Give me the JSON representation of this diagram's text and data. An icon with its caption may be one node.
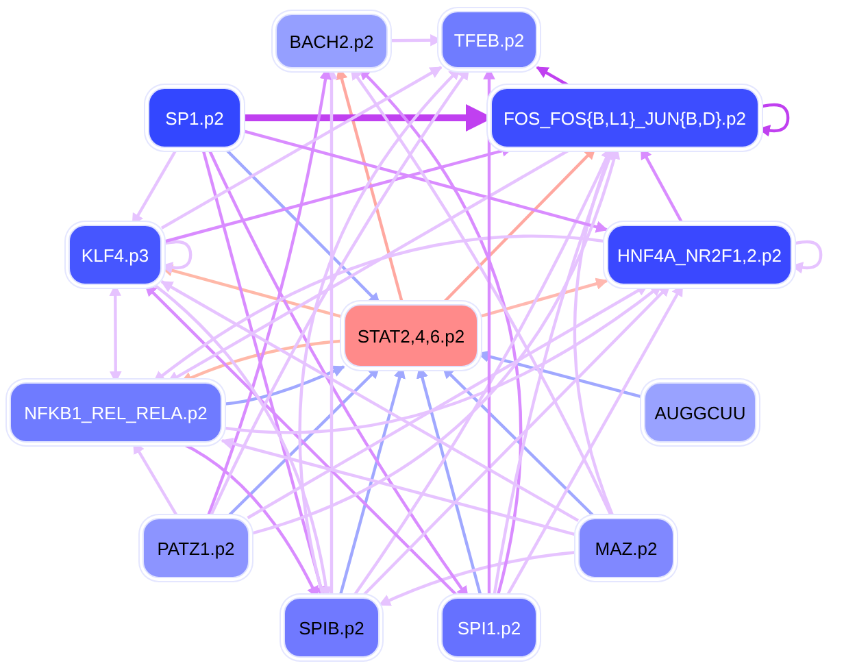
{
  "diagram": {
    "nodes": [
      {
        "text": [
          "BACH2.p2"
        ]
      },
      {
        "text": [
          "TFEB.p2"
        ]
      },
      {
        "text": [
          "SP1.p2"
        ]
      },
      {
        "text": [
          "FOS_FOS{B,L1}_JUN{B,D}.p2"
        ]
      },
      {
        "text": [
          "KLF4.p3"
        ]
      },
      {
        "text": [
          "HNF4A_NR2F1,2.p2"
        ]
      },
      {
        "text": [
          "STAT2,4,6.p2"
        ]
      },
      {
        "text": [
          "NFKB1_REL_RELA.p2"
        ]
      },
      {
        "text": [
          "AUGGCUU"
        ]
      },
      {
        "text": [
          "PATZ1.p2"
        ]
      },
      {
        "text": [
          "MAZ.p2"
        ]
      },
      {
        "text": [
          "SPIB.p2"
        ]
      },
      {
        "text": [
          "SPI1.p2"
        ]
      }
    ],
    "edges": [
      {
        "from": 2,
        "to": 6,
        "arrow": "to",
        "color": "#a0a8ff"
      },
      {
        "from": 7,
        "to": 6,
        "arrow": "to",
        "color": "#a0a8ff"
      },
      {
        "from": 9,
        "to": 6,
        "arrow": "to",
        "color": "#a0a8ff"
      },
      {
        "from": 11,
        "to": 6,
        "arrow": "to",
        "color": "#a0a8ff"
      },
      {
        "from": 12,
        "to": 6,
        "arrow": "to",
        "color": "#a0a8ff"
      },
      {
        "from": 10,
        "to": 6,
        "arrow": "to",
        "color": "#a0a8ff"
      },
      {
        "from": 8,
        "to": 6,
        "arrow": "to",
        "color": "#a0a8ff"
      },
      {
        "from": 6,
        "to": 0,
        "arrow": "to",
        "color": "#ffa8a0"
      },
      {
        "from": 6,
        "to": 3,
        "arrow": "to",
        "color": "#ffa8a0"
      },
      {
        "from": 6,
        "to": 5,
        "arrow": "to",
        "color": "#ffb8b0"
      },
      {
        "from": 6,
        "to": 4,
        "arrow": "to",
        "color": "#ffb8a8"
      },
      {
        "from": 6,
        "to": 7,
        "arrow": "to",
        "color": "#ffb8a8"
      },
      {
        "from": 2,
        "to": 3,
        "arrow": "to",
        "style": "thick",
        "color": "#c040f0"
      },
      {
        "from": 3,
        "to": 1,
        "arrow": "to",
        "color": "#c040f0"
      },
      {
        "from": 3,
        "to": 3,
        "arrow": "to",
        "color": "#c040f0"
      },
      {
        "from": 5,
        "to": 3,
        "arrow": "to",
        "color": "#d98cff"
      },
      {
        "from": 5,
        "to": 5,
        "arrow": "to"
      },
      {
        "from": 4,
        "to": 4,
        "arrow": "to"
      },
      {
        "from": 2,
        "to": 4,
        "arrow": "to"
      },
      {
        "from": 0,
        "to": 1,
        "arrow": "to"
      },
      {
        "from": 7,
        "to": 4,
        "arrow": "both"
      },
      {
        "from": 9,
        "to": 7,
        "arrow": "to"
      },
      {
        "from": 7,
        "to": 11,
        "arrow": "to",
        "color": "#d98cff"
      },
      {
        "from": 10,
        "to": 11,
        "arrow": "to"
      },
      {
        "from": 2,
        "to": 11,
        "arrow": "to",
        "color": "#d98cff"
      },
      {
        "from": 2,
        "to": 12,
        "arrow": "to",
        "color": "#d98cff"
      },
      {
        "from": 11,
        "to": 0,
        "arrow": "to"
      },
      {
        "from": 12,
        "to": 0,
        "arrow": "to",
        "color": "#d98cff"
      },
      {
        "from": 9,
        "to": 0,
        "arrow": "to",
        "color": "#d98cff"
      },
      {
        "from": 11,
        "to": 3,
        "arrow": "to"
      },
      {
        "from": 12,
        "to": 3,
        "arrow": "to"
      },
      {
        "from": 10,
        "to": 3,
        "arrow": "to"
      },
      {
        "from": 12,
        "to": 4,
        "arrow": "to",
        "color": "#d98cff"
      },
      {
        "from": 9,
        "to": 5,
        "arrow": "to"
      },
      {
        "from": 11,
        "to": 5,
        "arrow": "to"
      },
      {
        "from": 12,
        "to": 5,
        "arrow": "to"
      },
      {
        "from": 7,
        "to": 5,
        "arrow": "to"
      },
      {
        "from": 10,
        "to": 7,
        "arrow": "to"
      },
      {
        "from": 4,
        "to": 3,
        "arrow": "to",
        "color": "#d98cff"
      },
      {
        "from": 4,
        "to": 1,
        "arrow": "to"
      },
      {
        "from": 2,
        "to": 5,
        "arrow": "to",
        "color": "#d98cff"
      },
      {
        "from": 9,
        "to": 1,
        "arrow": "to"
      },
      {
        "from": 4,
        "to": 11,
        "arrow": "to"
      },
      {
        "from": 5,
        "to": 7,
        "arrow": "to"
      },
      {
        "from": 3,
        "to": 7,
        "arrow": "to"
      },
      {
        "from": 10,
        "to": 0,
        "arrow": "to"
      },
      {
        "from": 12,
        "to": 1,
        "arrow": "to",
        "color": "#d98cff"
      },
      {
        "from": 11,
        "to": 1,
        "arrow": "to"
      },
      {
        "from": 10,
        "to": 4,
        "arrow": "to"
      },
      {
        "from": 9,
        "to": 3,
        "arrow": "to"
      }
    ]
  }
}
